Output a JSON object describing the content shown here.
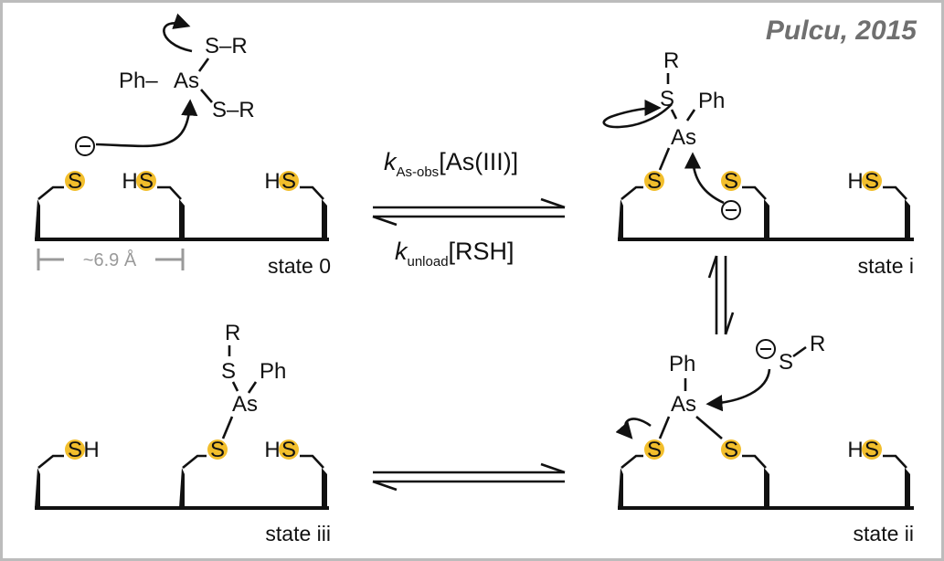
{
  "title": "Pulcu, 2015",
  "distance_label": "~6.9 Å",
  "forward_rate": {
    "k": "k",
    "sub": "As-obs",
    "conc": "[As(III)]"
  },
  "reverse_rate": {
    "k": "k",
    "sub": "unload",
    "conc": "[RSH]"
  },
  "states": {
    "s0": "state 0",
    "si": "state i",
    "sii": "state ii",
    "siii": "state iii"
  },
  "atoms": {
    "As": "As",
    "Ph": "Ph",
    "S": "S",
    "R": "R",
    "H": "H",
    "SR": "S–R",
    "Ph_dash": "Ph–",
    "minus": "−"
  },
  "colors": {
    "sulfur": "#f2be2c",
    "title": "#6f6f6f",
    "border": "#bcbcbc",
    "scale": "#9a9a9a"
  }
}
